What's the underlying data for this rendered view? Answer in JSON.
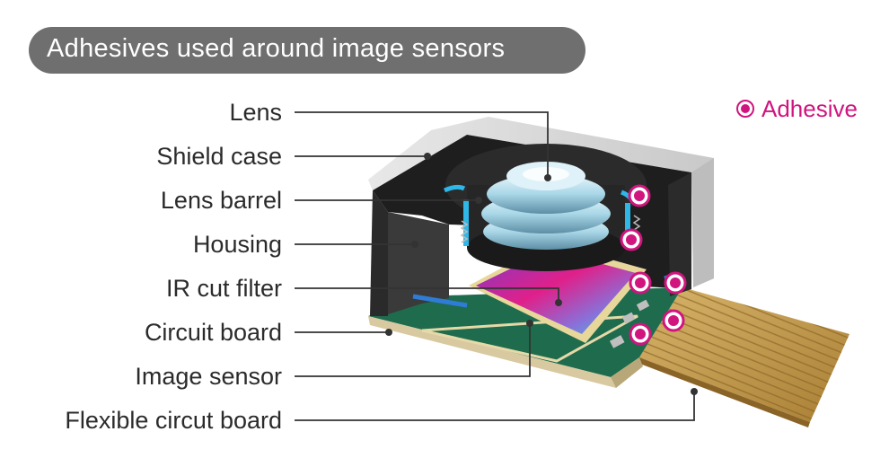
{
  "title": "Adhesives used around image sensors",
  "legend": {
    "label": "Adhesive",
    "color": "#d0157e",
    "icon": "adhesive-marker-icon"
  },
  "labels": {
    "lens": "Lens",
    "shield_case": "Shield case",
    "lens_barrel": "Lens barrel",
    "housing": "Housing",
    "ir_cut_filter": "IR cut filter",
    "circuit_board": "Circuit board",
    "image_sensor": "Image sensor",
    "flexible_circuit_board": "Flexible circut board"
  },
  "colors": {
    "title_bg": "#6f6f6f",
    "adhesive": "#d0157e",
    "shield": "#d9d9d9",
    "housing": "#1e1e1e",
    "pcb": "#1f6b4d",
    "flex": "#c9a35a",
    "sensor_a": "#e0208a",
    "sensor_b": "#3fc9e8"
  }
}
